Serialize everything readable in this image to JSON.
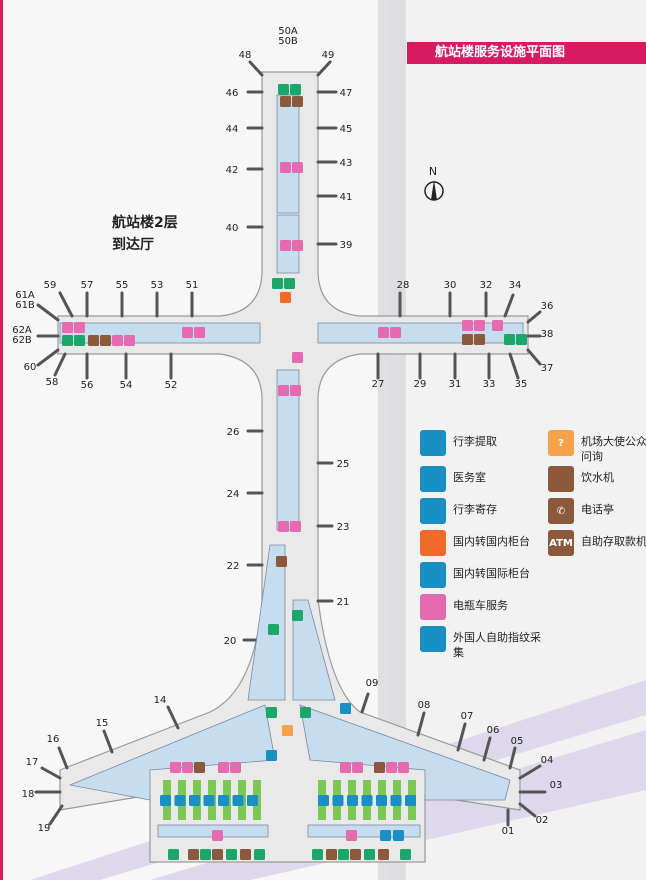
{
  "title": "航站楼服务设施平面图",
  "floor_label": [
    "航站楼2层",
    "到达厅"
  ],
  "compass": "N",
  "colors": {
    "accent": "#d81b60",
    "concourse": "#c6ddf0",
    "building": "#ececec",
    "green": "#1aa86a",
    "blue": "#1a8fc4",
    "orange": "#f26a2a",
    "pink": "#e56aaf",
    "brown": "#8b5a3c",
    "amber": "#f7a24a"
  },
  "gates": [
    "50A",
    "50B",
    "48",
    "49",
    "46",
    "47",
    "44",
    "45",
    "43",
    "42",
    "41",
    "40",
    "39",
    "59",
    "57",
    "55",
    "53",
    "51",
    "61A",
    "61B",
    "62A",
    "62B",
    "60",
    "58",
    "56",
    "54",
    "52",
    "28",
    "30",
    "32",
    "34",
    "36",
    "38",
    "37",
    "35",
    "33",
    "31",
    "29",
    "27",
    "26",
    "25",
    "24",
    "23",
    "22",
    "21",
    "20",
    "09",
    "14",
    "15",
    "16",
    "17",
    "18",
    "19",
    "08",
    "07",
    "06",
    "05",
    "04",
    "03",
    "02",
    "01"
  ],
  "legend": [
    {
      "icon": "baggage-claim-icon",
      "color": "#1a8fc4",
      "label": "行李提取"
    },
    {
      "icon": "medical-room-icon",
      "color": "#1a8fc4",
      "label": "医务室"
    },
    {
      "icon": "left-luggage-icon",
      "color": "#1a8fc4",
      "label": "行李寄存"
    },
    {
      "icon": "domestic-transfer-icon",
      "color": "#f26a2a",
      "label": "国内转国内柜台"
    },
    {
      "icon": "intl-transfer-icon",
      "color": "#1a8fc4",
      "label": "国内转国际柜台"
    },
    {
      "icon": "electric-cart-icon",
      "color": "#e56aaf",
      "label": "电瓶车服务"
    },
    {
      "icon": "fingerprint-icon",
      "color": "#1a8fc4",
      "label": "外国人自助指纹采集"
    },
    {
      "icon": "information-icon",
      "color": "#f7a24a",
      "label": "机场大使公众问询",
      "glyph": "?"
    },
    {
      "icon": "drinking-water-icon",
      "color": "#8b5a3c",
      "label": "饮水机"
    },
    {
      "icon": "telephone-icon",
      "color": "#8b5a3c",
      "label": "电话亭",
      "glyph": "✆"
    },
    {
      "icon": "atm-icon",
      "color": "#8b5a3c",
      "label": "自助存取款机",
      "glyph": "ATM"
    }
  ]
}
